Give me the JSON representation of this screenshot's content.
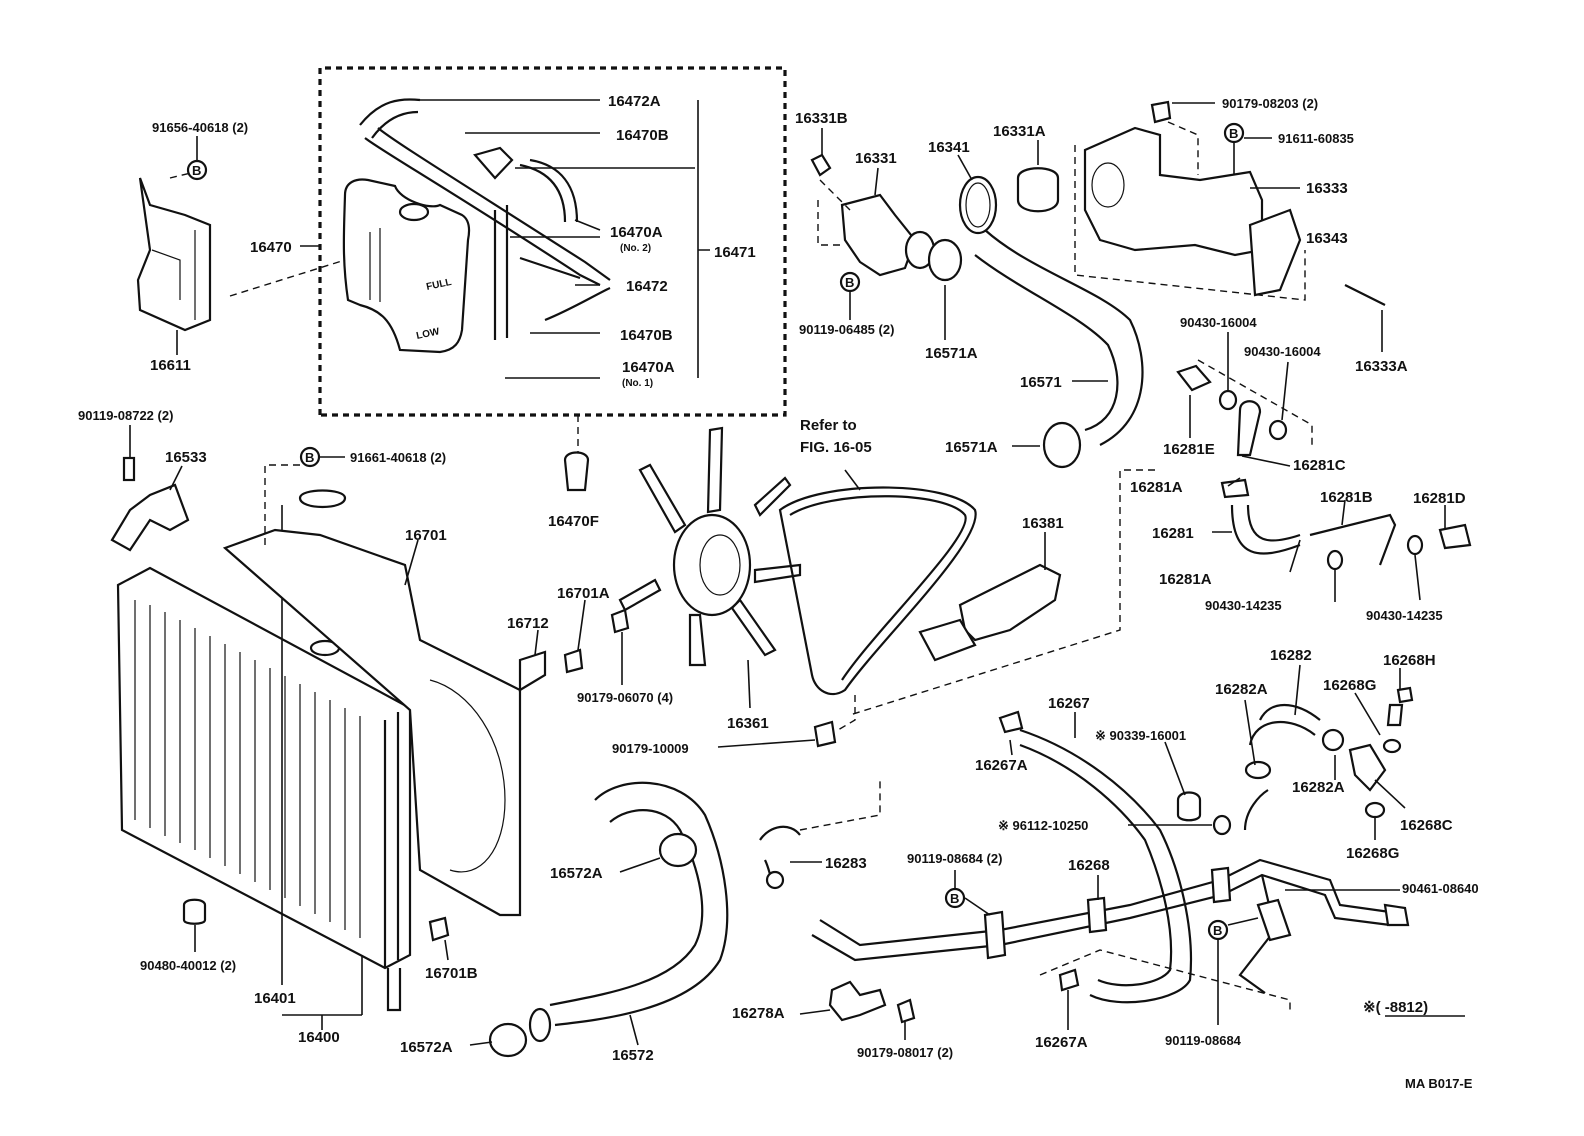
{
  "diagram_code": "MA B017-E",
  "note_marker": "※(      -8812)",
  "refer": {
    "line1": "Refer to",
    "line2": "FIG. 16-05"
  },
  "parts": {
    "p16472A": "16472A",
    "p16470B_top": "16470B",
    "p16470A_no2": "16470A",
    "no2": "(No. 2)",
    "p16471": "16471",
    "p16472": "16472",
    "p16470B_bot": "16470B",
    "p16470A_no1": "16470A",
    "no1": "(No. 1)",
    "p16470": "16470",
    "p91656": "91656-40618 (2)",
    "p16611": "16611",
    "p90119_08722": "90119-08722 (2)",
    "p16533": "16533",
    "p91661": "91661-40618 (2)",
    "p16470F": "16470F",
    "p16701": "16701",
    "p16701A": "16701A",
    "p16712": "16712",
    "p90179_06070": "90179-06070 (4)",
    "p16361": "16361",
    "p90179_10009": "90179-10009",
    "p16381": "16381",
    "p16331B": "16331B",
    "p16331": "16331",
    "p16341": "16341",
    "p16331A": "16331A",
    "p90179_08203": "90179-08203 (2)",
    "p91611": "91611-60835",
    "p16333": "16333",
    "p16343": "16343",
    "p90119_06485": "90119-06485 (2)",
    "p16571A_top": "16571A",
    "p16571": "16571",
    "p16571A_bot": "16571A",
    "p90430_16004a": "90430-16004",
    "p90430_16004b": "90430-16004",
    "p16333A": "16333A",
    "p16281E": "16281E",
    "p16281C": "16281C",
    "p16281A_top": "16281A",
    "p16281B": "16281B",
    "p16281D": "16281D",
    "p16281": "16281",
    "p16281A_bot": "16281A",
    "p90430_14235a": "90430-14235",
    "p90430_14235b": "90430-14235",
    "p16282": "16282",
    "p16268H": "16268H",
    "p16282A_top": "16282A",
    "p16268G_top": "16268G",
    "p16267": "16267",
    "p90339": "※ 90339-16001",
    "p16267A_top": "16267A",
    "p16282A_bot": "16282A",
    "p16268C": "16268C",
    "p96112": "※ 96112-10250",
    "p16268G_bot": "16268G",
    "p90119_08684a": "90119-08684 (2)",
    "p16268": "16268",
    "p90461": "90461-08640",
    "p16283": "16283",
    "p16572A_top": "16572A",
    "p90480": "90480-40012 (2)",
    "p16701B": "16701B",
    "p16401": "16401",
    "p16400": "16400",
    "p16572A_bot": "16572A",
    "p16572": "16572",
    "p16278A": "16278A",
    "p90179_08017": "90179-08017 (2)",
    "p16267A_bot": "16267A",
    "p90119_08684b": "90119-08684"
  },
  "markers": {
    "bolt_letter": "B"
  },
  "tank_text": {
    "full": "FULL",
    "low": "LOW"
  }
}
